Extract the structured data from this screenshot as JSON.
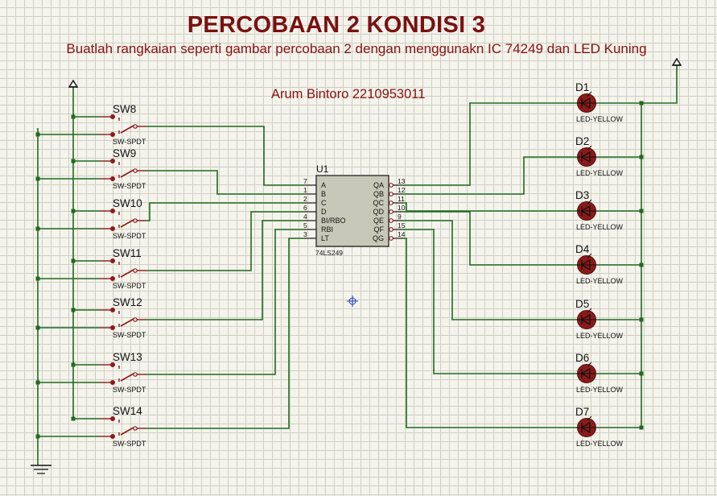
{
  "title": "PERCOBAAN 2 KONDISI 3",
  "subtitle": "Buatlah rangkaian seperti gambar percobaan 2 dengan menggunakn IC 74249 dan LED Kuning",
  "author": "Arum Bintoro 2210953011",
  "colors": {
    "wire": "#1f6a1f",
    "component": "#8b1a1a",
    "ic_fill": "#c8c8b8",
    "text": "#111111",
    "title": "#7a1010",
    "grid": "#cfcfc4",
    "background": "#f4f4ec"
  },
  "switches": [
    {
      "ref": "SW8",
      "type": "SW-SPDT"
    },
    {
      "ref": "SW9",
      "type": "SW-SPDT"
    },
    {
      "ref": "SW10",
      "type": "SW-SPDT"
    },
    {
      "ref": "SW11",
      "type": "SW-SPDT"
    },
    {
      "ref": "SW12",
      "type": "SW-SPDT"
    },
    {
      "ref": "SW13",
      "type": "SW-SPDT"
    },
    {
      "ref": "SW14",
      "type": "SW-SPDT"
    }
  ],
  "ic": {
    "ref": "U1",
    "type": "74LS249",
    "inputs": [
      {
        "num": "7",
        "name": "A"
      },
      {
        "num": "1",
        "name": "B"
      },
      {
        "num": "2",
        "name": "C"
      },
      {
        "num": "6",
        "name": "D"
      },
      {
        "num": "4",
        "name": "BI/RBO"
      },
      {
        "num": "5",
        "name": "RBI"
      },
      {
        "num": "3",
        "name": "LT"
      }
    ],
    "outputs": [
      {
        "num": "13",
        "name": "QA"
      },
      {
        "num": "12",
        "name": "QB"
      },
      {
        "num": "11",
        "name": "QC"
      },
      {
        "num": "10",
        "name": "QD"
      },
      {
        "num": "9",
        "name": "QE"
      },
      {
        "num": "15",
        "name": "QF"
      },
      {
        "num": "14",
        "name": "QG"
      }
    ]
  },
  "leds": [
    {
      "ref": "D1",
      "type": "LED-YELLOW"
    },
    {
      "ref": "D2",
      "type": "LED-YELLOW"
    },
    {
      "ref": "D3",
      "type": "LED-YELLOW"
    },
    {
      "ref": "D4",
      "type": "LED-YELLOW"
    },
    {
      "ref": "D5",
      "type": "LED-YELLOW"
    },
    {
      "ref": "D6",
      "type": "LED-YELLOW"
    },
    {
      "ref": "D7",
      "type": "LED-YELLOW"
    }
  ],
  "icons": {
    "power_left": "power-terminal-icon",
    "power_right": "power-terminal-icon",
    "ground": "ground-icon",
    "cursor": "crosshair-icon"
  }
}
